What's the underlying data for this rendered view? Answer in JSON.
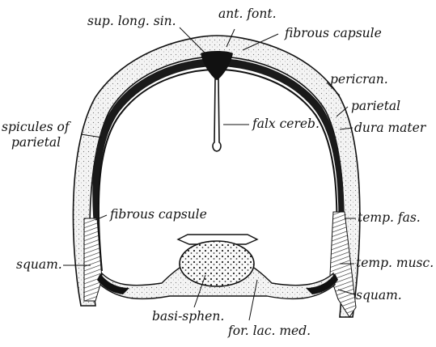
{
  "figure": {
    "labels": {
      "sup_long_sin": "sup. long. sin.",
      "ant_font": "ant. font.",
      "fibrous_capsule_top": "fibrous capsule",
      "pericran": "pericran.",
      "parietal": "parietal",
      "dura_mater": "dura mater",
      "spicules_of": "spicules of",
      "spicules_parietal": "parietal",
      "falx_cereb": "falx cereb.",
      "fibrous_capsule_side": "fibrous capsule",
      "temp_fas": "temp. fas.",
      "squam_left": "squam.",
      "temp_musc": "temp. musc.",
      "squam_right": "squam.",
      "basi_sphen": "basi-sphen.",
      "for_lac_med": "for. lac. med."
    },
    "colors": {
      "ink": "#111111",
      "stipple": "#d9d9d9",
      "paper": "#ffffff"
    }
  }
}
